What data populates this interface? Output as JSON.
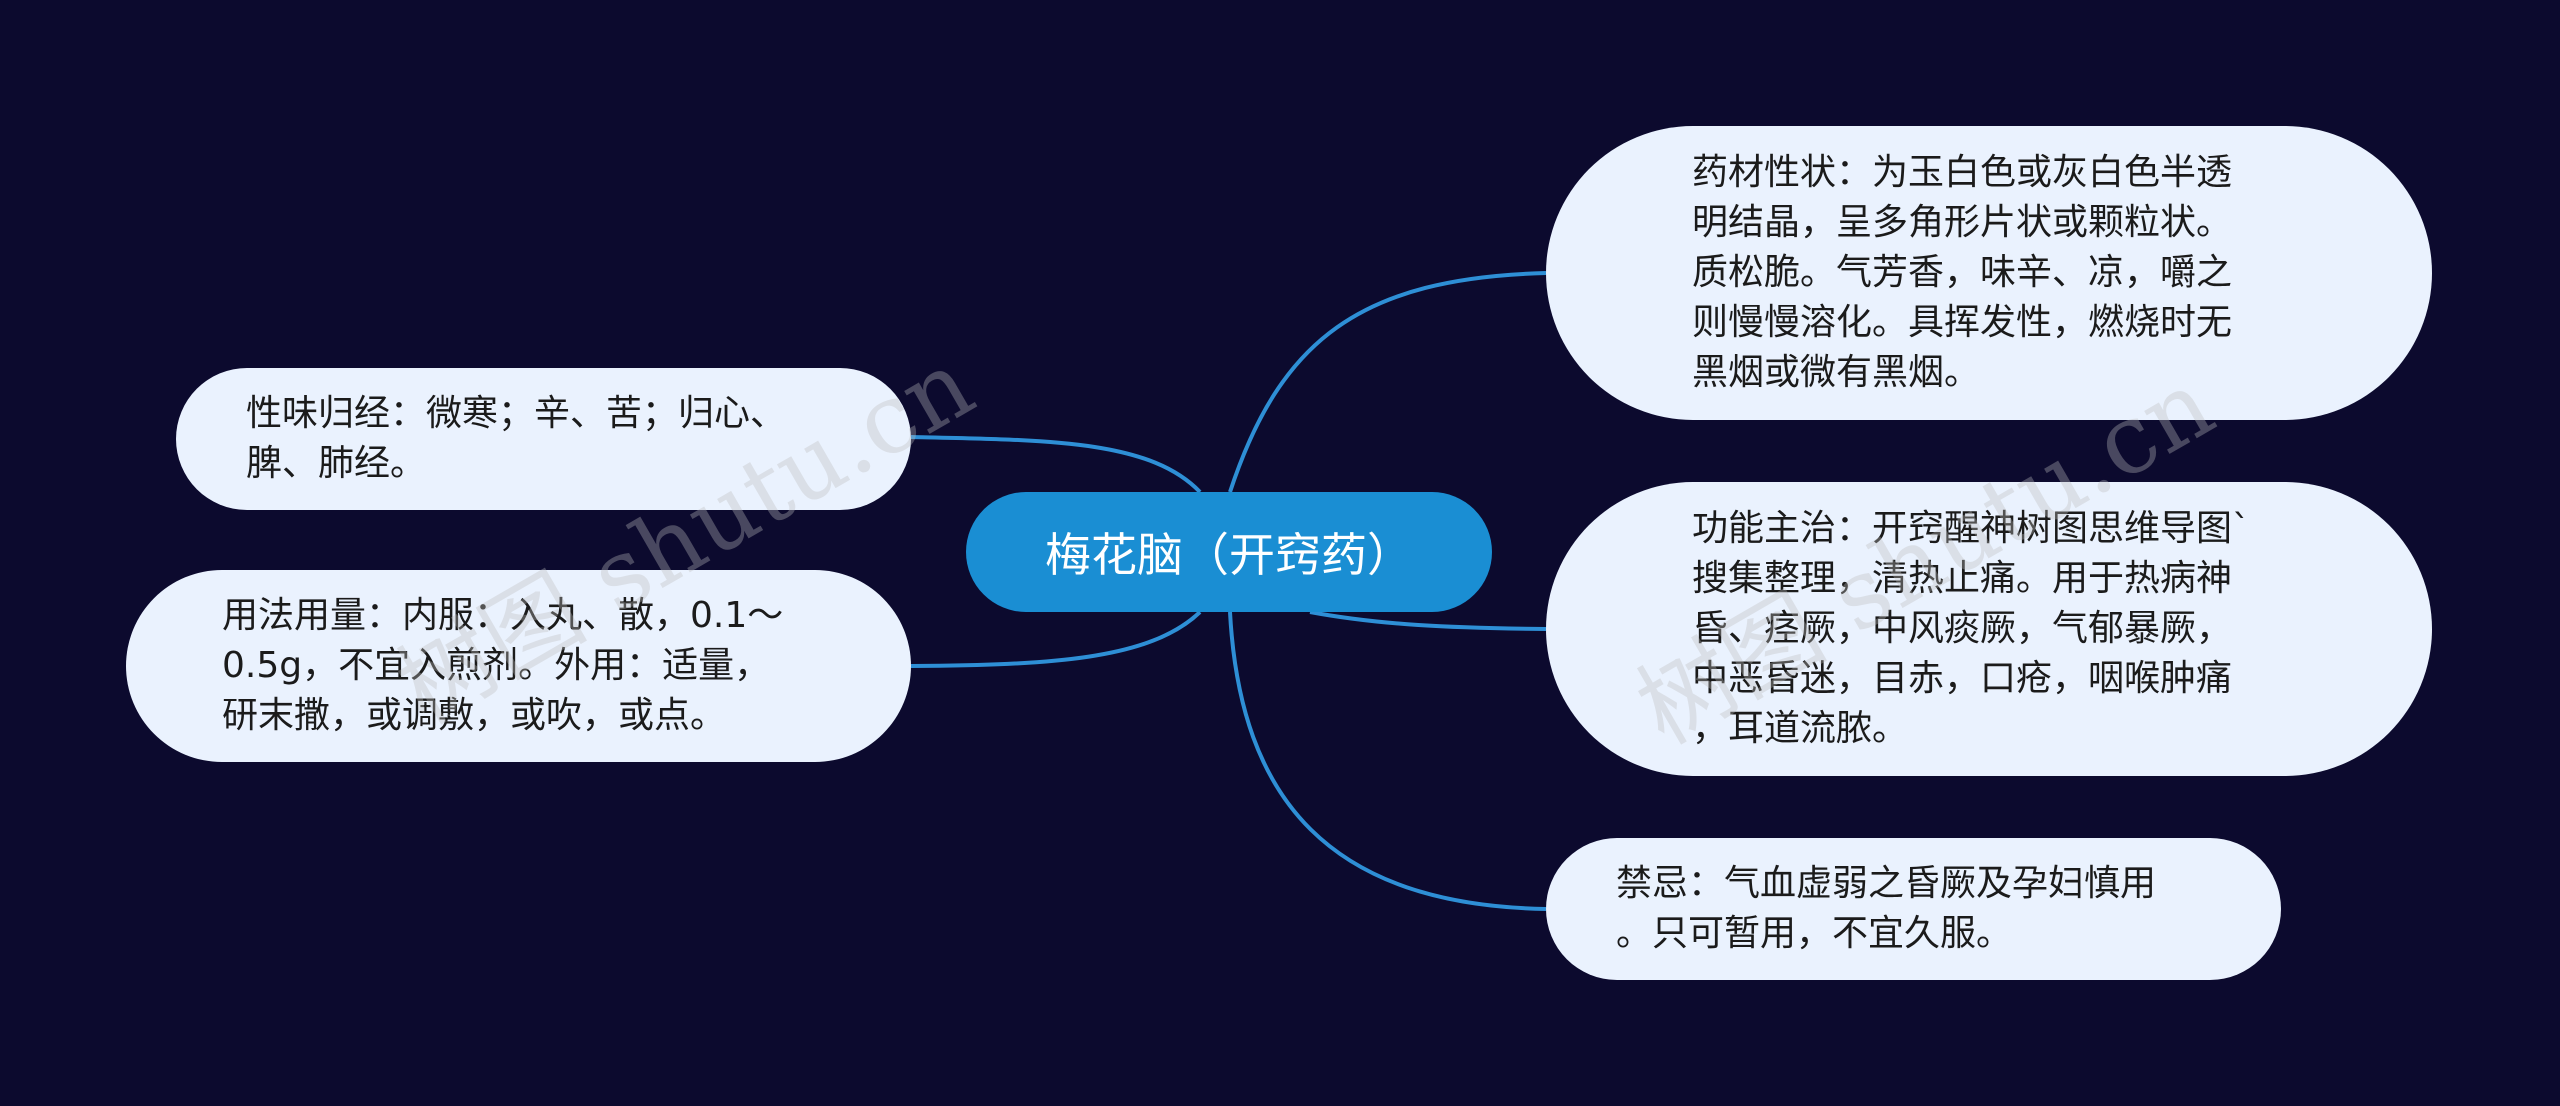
{
  "mindmap": {
    "center": {
      "label": "梅花脑（开窍药）",
      "color": "#1a8ed3"
    },
    "connector_color": "#2e8fd6",
    "background_color": "#0c0a2e",
    "node_color": "#eaf2fe",
    "branches": {
      "xingwei": "性味归经：微寒；辛、苦；归心、\n脾、肺经。",
      "yongfa": "用法用量：内服：入丸、散，0.1～\n0.5g，不宜入煎剂。外用：适量，\n研末撒，或调敷，或吹，或点。",
      "yaocai": "药材性状：为玉白色或灰白色半透\n明结晶，呈多角形片状或颗粒状。\n质松脆。气芳香，味辛、凉，嚼之\n则慢慢溶化。具挥发性，燃烧时无\n黑烟或微有黑烟。",
      "gongneng": "功能主治：开窍醒神树图思维导图`\n搜集整理，清热止痛。用于热病神\n昏、痉厥，中风痰厥，气郁暴厥，\n中恶昏迷，目赤，口疮，咽喉肿痛\n，耳道流脓。",
      "jinji": "禁忌：气血虚弱之昏厥及孕妇慎用\n。只可暂用，不宜久服。"
    }
  },
  "watermarks": [
    "树图 shutu.cn",
    "树图 shutu.cn"
  ]
}
